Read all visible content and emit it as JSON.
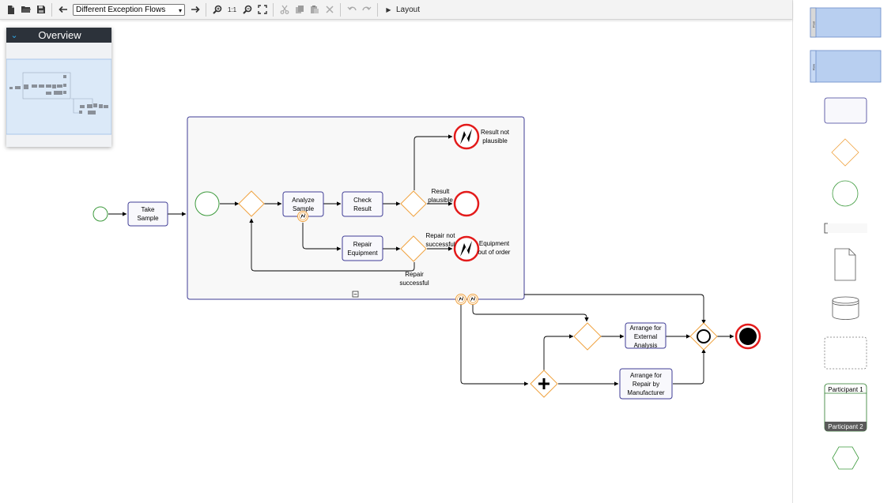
{
  "toolbar": {
    "example_select": "Different Exception Flows",
    "zoom_reset_label": "1:1",
    "layout_label": "Layout"
  },
  "overview": {
    "title": "Overview"
  },
  "diagram": {
    "take_sample": [
      "Take",
      "Sample"
    ],
    "analyze_sample": [
      "Analyze",
      "Sample"
    ],
    "check_result": [
      "Check",
      "Result"
    ],
    "repair_equipment": [
      "Repair",
      "Equipment"
    ],
    "result_not_plausible": [
      "Result not",
      "plausible"
    ],
    "result_plausible": [
      "Result",
      "plausible"
    ],
    "repair_not_successful": [
      "Repair not",
      "successful"
    ],
    "equipment_out_of_order": [
      "Equipment",
      "out of order"
    ],
    "repair_successful": [
      "Repair",
      "successful"
    ],
    "arrange_external": [
      "Arrange for",
      "External",
      "Analysis"
    ],
    "arrange_repair": [
      "Arrange for",
      "Repair by",
      "Manufacturer"
    ]
  },
  "palette": {
    "pool_label": "Pool",
    "row_label": "Row",
    "participant1": "Participant 1",
    "participant2": "Participant 2"
  },
  "colors": {
    "gateway": "#f0a340",
    "start": "#3c9a3c",
    "end": "#e31b1b",
    "task_border": "#3f3d96",
    "accent": "#2fa7e6"
  }
}
